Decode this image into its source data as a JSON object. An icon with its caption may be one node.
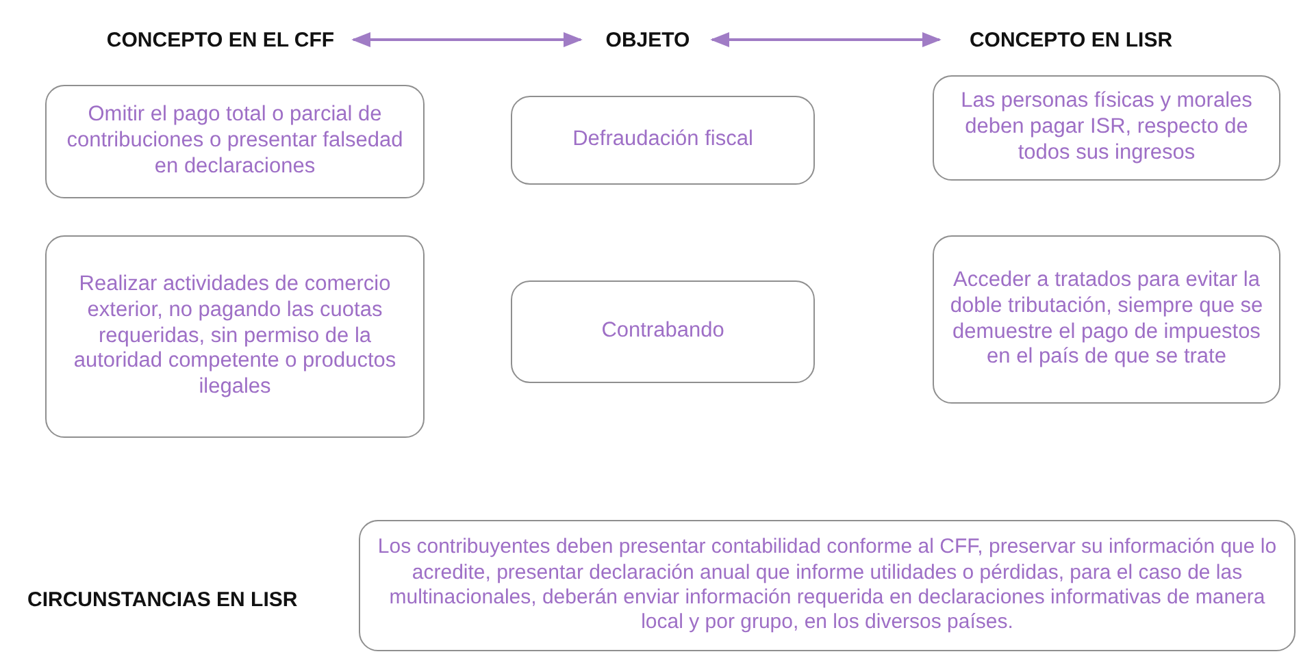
{
  "diagram": {
    "nodes": [
      {
        "text": [
          "CONCEPTO EN EL CFF"
        ]
      },
      {
        "text": [
          "OBJETO"
        ]
      },
      {
        "text": [
          "CONCEPTO EN LISR"
        ]
      },
      {
        "text": [
          "Omitir el pago total o parcial de contribuciones o presentar falsedad en declaraciones"
        ]
      },
      {
        "text": [
          "Defraudación fiscal"
        ]
      },
      {
        "text": [
          "Las personas físicas y morales deben pagar ISR, respecto de todos sus ingresos"
        ]
      },
      {
        "text": [
          "Realizar actividades de comercio exterior, no pagando las cuotas requeridas, sin permiso de la autoridad competente o productos ilegales"
        ]
      },
      {
        "text": [
          "Contrabando"
        ]
      },
      {
        "text": [
          "Acceder a tratados para evitar la doble tributación, siempre que se demuestre el pago de impuestos en el país de que se trate"
        ]
      },
      {
        "text": [
          "Los contribuyentes deben presentar contabilidad conforme al CFF, preservar su información que lo acredite, presentar declaración anual que informe utilidades o pérdidas, para el caso de las multinacionales, deberán enviar información requerida en declaraciones informativas de manera local y por grupo, en los diversos países."
        ]
      }
    ],
    "edges": [
      {
        "from": 0,
        "to": 1,
        "arrow": "both"
      },
      {
        "from": 1,
        "to": 2,
        "arrow": "both"
      }
    ],
    "labels": [
      "CIRCUNSTANCIAS EN LISR"
    ]
  }
}
